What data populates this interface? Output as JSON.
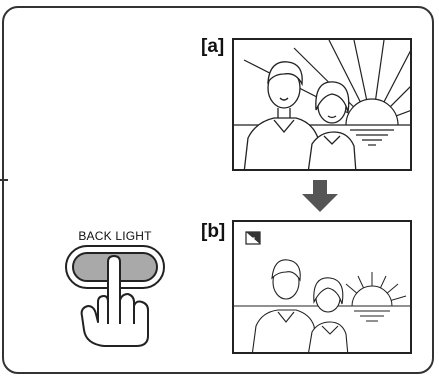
{
  "labels": {
    "panel_a": "[a]",
    "panel_b": "[b]",
    "button": "BACK LIGHT"
  },
  "colors": {
    "outline": "#222222",
    "button_fill": "#a9a9a9",
    "arrow": "#555555"
  },
  "icons": {
    "backlight_indicator": "backlight-icon",
    "hand": "pointing-hand-icon",
    "arrow": "down-arrow-icon"
  }
}
